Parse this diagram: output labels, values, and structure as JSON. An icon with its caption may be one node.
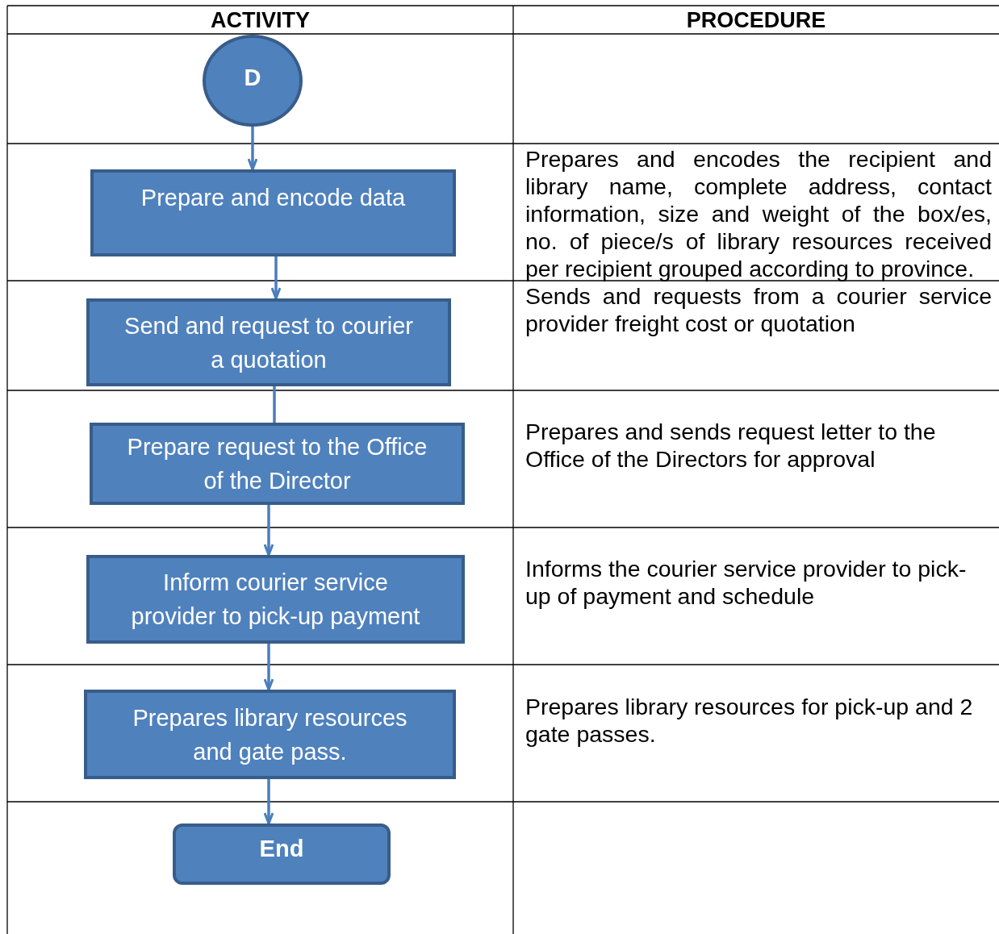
{
  "diagram": {
    "nodes": [
      {
        "text": [
          "D"
        ]
      },
      {
        "text": [
          "Prepare and encode data"
        ]
      },
      {
        "text": [
          "Send and request to courier a quotation"
        ]
      },
      {
        "text": [
          "Prepare request to the Office of the Director"
        ]
      },
      {
        "text": [
          "Inform courier service provider to pick-up payment"
        ]
      },
      {
        "text": [
          "Prepares library resources and gate pass."
        ]
      },
      {
        "text": [
          "End"
        ]
      }
    ],
    "edges": [
      {
        "from": 0,
        "to": 1,
        "arrow": "to"
      },
      {
        "from": 1,
        "to": 2,
        "arrow": "to"
      },
      {
        "from": 2,
        "to": 3,
        "arrow": "none"
      },
      {
        "from": 3,
        "to": 4,
        "arrow": "to"
      },
      {
        "from": 4,
        "to": 5,
        "arrow": "to"
      },
      {
        "from": 5,
        "to": 6,
        "arrow": "to"
      }
    ],
    "labels": [
      "ACTIVITY",
      "PROCEDURE",
      "Prepares and encodes the recipient and library name, complete address, contact information, size and weight of the box/es, no. of piece/s of library resources received per recipient grouped according to province.",
      "Sends and requests from a courier service provider freight cost or quotation",
      "Prepares and sends request letter to the Office of the Directors for approval",
      "Informs the courier service provider to pick-up of payment and schedule",
      "Prepares library resources for pick-up and 2 gate passes."
    ]
  }
}
